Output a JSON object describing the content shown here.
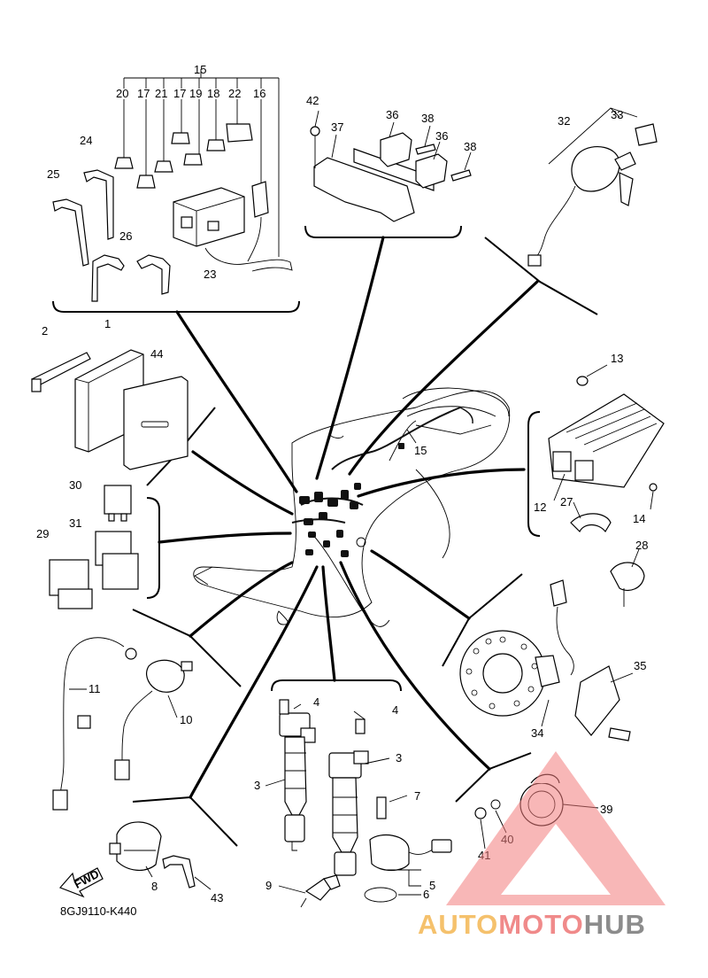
{
  "diagram": {
    "drawing_code": "8GJ9110-K440",
    "fwd_label": "FWD",
    "callouts": {
      "c15_top": "15",
      "c20": "20",
      "c17a": "17",
      "c21": "21",
      "c17b": "17",
      "c19": "19",
      "c18": "18",
      "c22": "22",
      "c16": "16",
      "c24": "24",
      "c25": "25",
      "c26": "26",
      "c23": "23",
      "c42": "42",
      "c37": "37",
      "c36a": "36",
      "c38a": "38",
      "c36b": "36",
      "c38b": "38",
      "c32": "32",
      "c33": "33",
      "c2": "2",
      "c1": "1",
      "c44": "44",
      "c13": "13",
      "c12": "12",
      "c27": "27",
      "c14": "14",
      "c28": "28",
      "c15_mid": "15",
      "c30": "30",
      "c31": "31",
      "c29": "29",
      "c11": "11",
      "c10": "10",
      "c35": "35",
      "c34": "34",
      "c4a": "4",
      "c4b": "4",
      "c3a": "3",
      "c3b": "3",
      "c7": "7",
      "c5": "5",
      "c6": "6",
      "c9": "9",
      "c8": "8",
      "c43": "43",
      "c39": "39",
      "c40": "40",
      "c41": "41"
    }
  },
  "watermark": {
    "part1": "AUTO",
    "part2": "MOTO",
    "part3": "HUB",
    "colors": {
      "auto": "#f5c16c",
      "moto": "#f08a8a",
      "hub": "#8c8c8c",
      "triangle": "#f27c7c"
    }
  }
}
